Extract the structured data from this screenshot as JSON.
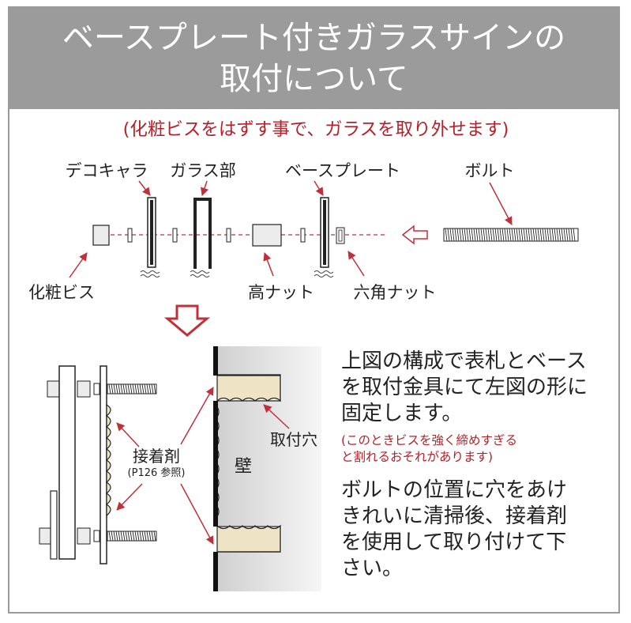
{
  "header": {
    "title_line1": "ベースプレート付きガラスサインの",
    "title_line2": "取付について"
  },
  "subtitle": "(化粧ビスをはずす事で、ガラスを取り外せます)",
  "labels": {
    "deco_cap": "デコキャラ",
    "glass": "ガラス部",
    "base_plate": "ベースプレート",
    "bolt": "ボルト",
    "decorative_screw": "化粧ビス",
    "tall_nut": "高ナット",
    "hex_nut": "六角ナット",
    "adhesive": "接着剤",
    "adhesive_ref": "(P126 参照)",
    "mount_hole": "取付穴",
    "wall": "壁"
  },
  "instructions": {
    "para1": [
      "上図の構成で表札とベース",
      "を取付金具にて左図の形に",
      "固定します。"
    ],
    "caution": [
      "(このときビスを強く締めすぎる",
      "と割れるおそれがあります)"
    ],
    "para2": [
      "ボルトの位置に穴をあけ",
      "きれいに清掃後、接着剤",
      "を使用して取り付けて下",
      "さい。"
    ]
  },
  "colors": {
    "header_bg": "#9b9b9b",
    "accent_red": "#c0303a",
    "line": "#222222",
    "wall_fill": "#e0e0e0",
    "adhesive_fill": "#efe3c6"
  }
}
